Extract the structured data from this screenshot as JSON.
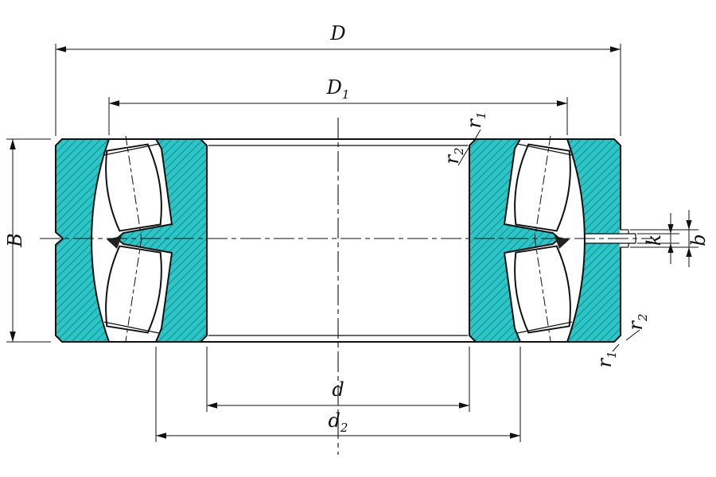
{
  "colors": {
    "part_teal": "#2ec5c6",
    "hatch_teal": "#12999b",
    "ink": "#111111",
    "background": "#ffffff"
  },
  "labels": {
    "D": {
      "main": "D",
      "sub": ""
    },
    "D1": {
      "main": "D",
      "sub": "1"
    },
    "d": {
      "main": "d",
      "sub": ""
    },
    "d2": {
      "main": "d",
      "sub": "2"
    },
    "B": {
      "main": "B",
      "sub": ""
    },
    "b": {
      "main": "b",
      "sub": ""
    },
    "k": {
      "main": "k",
      "sub": ""
    },
    "r1_top": {
      "main": "r",
      "sub": "1"
    },
    "r2_top": {
      "main": "r",
      "sub": "2"
    },
    "r2_bottom": {
      "main": "r",
      "sub": "2"
    },
    "r1_bottom": {
      "main": "r",
      "sub": "1"
    }
  }
}
